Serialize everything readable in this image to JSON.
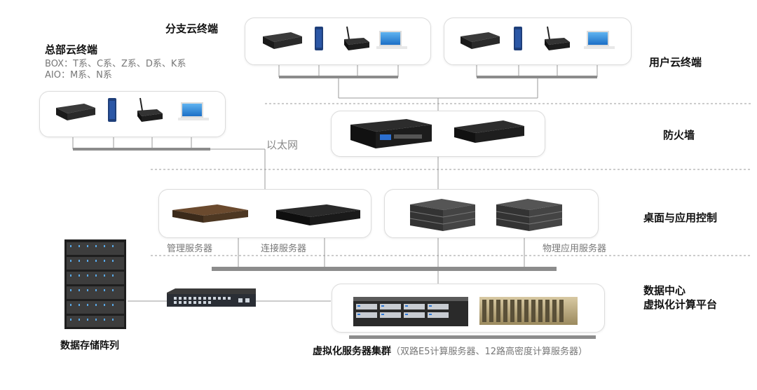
{
  "diagram": {
    "sections": {
      "branch": "分支云终端",
      "hq_title": "总部云终端",
      "hq_line1": "BOX：T系、C系、Z系、D系、K系",
      "hq_line2": "AIO：M系、N系",
      "user_terminal": "用户云终端",
      "firewall": "防火墙",
      "desktop_control": "桌面与应用控制",
      "datacenter_line1": "数据中心",
      "datacenter_line2": "虚拟化计算平台",
      "storage": "数据存储阵列"
    },
    "labels": {
      "ethernet": "以太网",
      "mgmt_server": "管理服务器",
      "conn_server": "连接服务器",
      "phys_app_server": "物理应用服务器"
    },
    "cluster_caption": {
      "main": "虚拟化服务器集群",
      "detail": "（双路E5计算服务器、12路高密度计算服务器）"
    },
    "colors": {
      "bus": "#8c8c8c",
      "line": "#9a9a9a",
      "dashed": "#9a9a9a",
      "box_border": "#dcdcdc",
      "monitor_screen": "#2e8fe0"
    }
  }
}
